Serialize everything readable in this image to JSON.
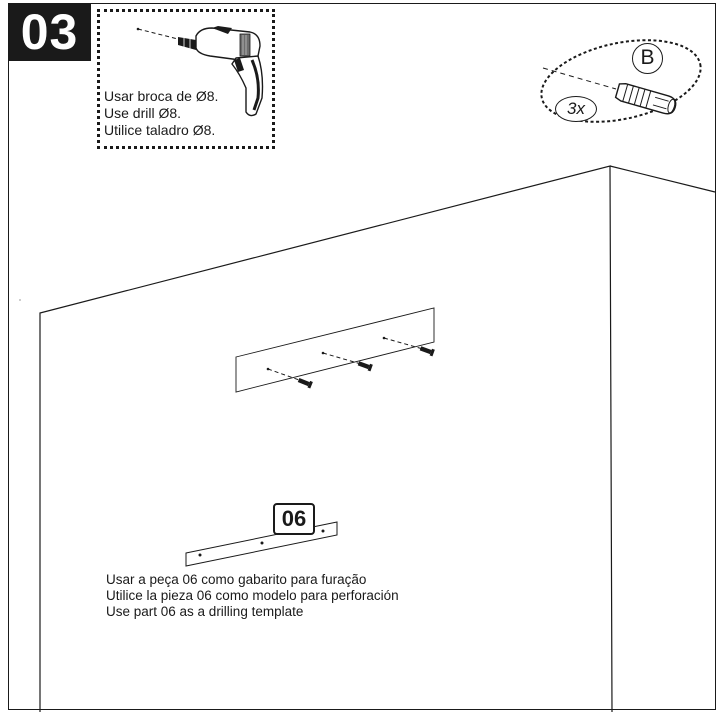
{
  "step": {
    "number": "03"
  },
  "drill_note": {
    "lines": [
      "Usar broca de Ø8.",
      "Use drill Ø8.",
      "Utilice taladro Ø8."
    ]
  },
  "anchor_callout": {
    "letter": "B",
    "quantity": "3x"
  },
  "part_label": "06",
  "instruction": {
    "lines": [
      "Usar a peça 06 como gabarito para furação",
      "Utilice la pieza 06 como modelo para perforación",
      "Use part 06 as a drilling template"
    ]
  }
}
